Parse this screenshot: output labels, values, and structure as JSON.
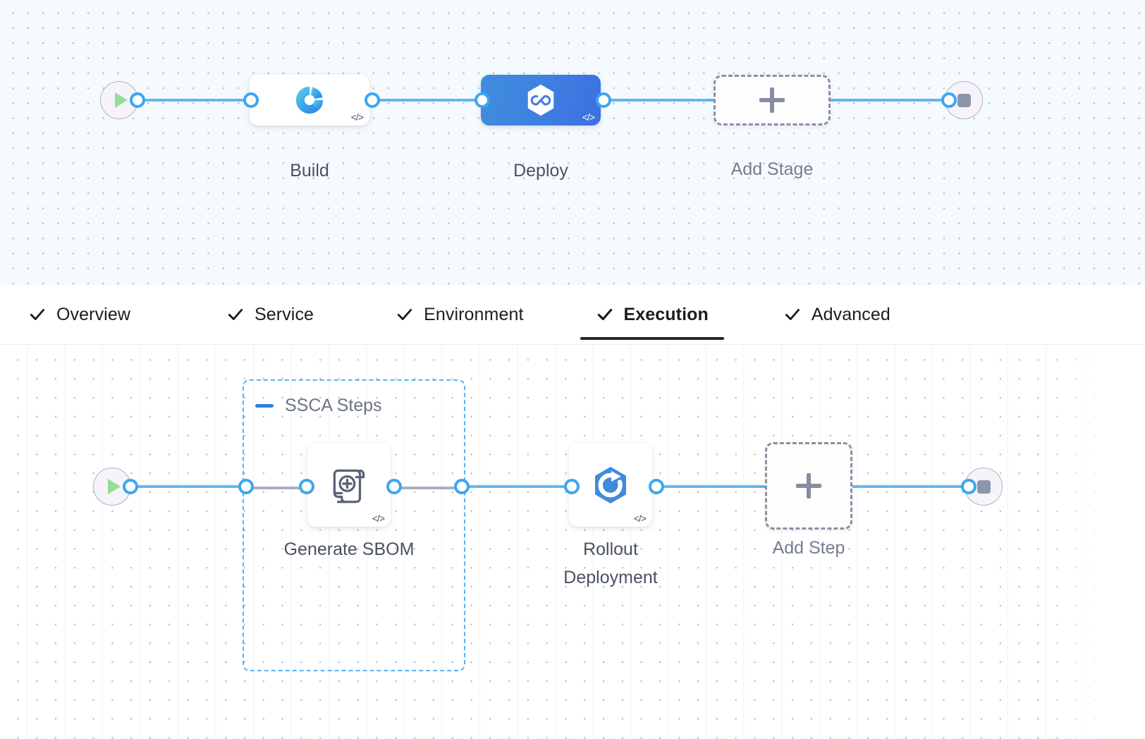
{
  "theme": {
    "accent_blue": "#3ca7ef",
    "wire_blue": "#63b7ef",
    "selected_gradient_from": "#3f8ede",
    "selected_gradient_to": "#3e6fe0",
    "group_border": "#5bb3ee",
    "label_gray": "#4a5163",
    "canvas_top_bg": "#f4fafd",
    "canvas_bottom_bg": "#ffffff",
    "tab_active_underline": "#22262c"
  },
  "stages_canvas": {
    "start_node": {
      "icon": "play-icon",
      "label": ""
    },
    "end_node": {
      "icon": "stop-icon",
      "label": ""
    },
    "stages": [
      {
        "label": "Build",
        "icon": "build-pie-icon",
        "selected": false,
        "code_glyph": "</>"
      },
      {
        "label": "Deploy",
        "icon": "deploy-hexagon-infinity-icon",
        "selected": true,
        "code_glyph": "</>"
      }
    ],
    "add_stage": {
      "label": "Add Stage",
      "icon": "plus-icon"
    }
  },
  "tabs": {
    "items": [
      {
        "label": "Overview",
        "icon": "check-icon",
        "active": false
      },
      {
        "label": "Service",
        "icon": "check-icon",
        "active": false
      },
      {
        "label": "Environment",
        "icon": "check-icon",
        "active": false
      },
      {
        "label": "Execution",
        "icon": "check-icon",
        "active": true
      },
      {
        "label": "Advanced",
        "icon": "check-icon",
        "active": false
      }
    ]
  },
  "steps_canvas": {
    "start_node": {
      "icon": "play-icon"
    },
    "end_node": {
      "icon": "stop-icon"
    },
    "group": {
      "title": "SSCA Steps",
      "collapse_icon": "minus-icon",
      "expanded": true
    },
    "steps": [
      {
        "label": "Generate SBOM",
        "icon": "sbom-scroll-plus-icon",
        "code_glyph": "</>",
        "in_group": true
      },
      {
        "label": "Rollout\nDeployment",
        "icon": "rollout-hexagon-refresh-icon",
        "code_glyph": "</>",
        "in_group": false
      }
    ],
    "add_step": {
      "label": "Add Step",
      "icon": "plus-icon"
    }
  }
}
